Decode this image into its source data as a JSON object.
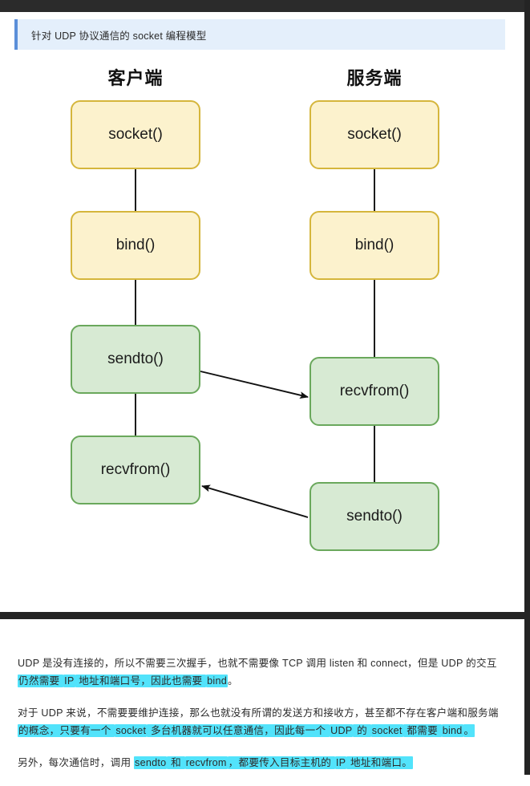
{
  "chrome": {
    "top_bar": "top-bar",
    "right_bar": "right-bar",
    "divider": "section-divider"
  },
  "callout": {
    "text": "针对 UDP 协议通信的 socket 编程模型",
    "accent_color": "#5b8fd9",
    "background_color": "#e4effb"
  },
  "diagram": {
    "type": "flowchart",
    "columns": [
      {
        "id": "client",
        "title": "客户端"
      },
      {
        "id": "server",
        "title": "服务端"
      }
    ],
    "colors": {
      "yellow_fill": "#fcf2cd",
      "yellow_border": "#d5b63c",
      "green_fill": "#d7ead3",
      "green_border": "#6aa85c",
      "connector": "#1c1c1c"
    },
    "nodes": [
      {
        "id": "c1",
        "column": "client",
        "label": "socket()",
        "style": "yellow"
      },
      {
        "id": "c2",
        "column": "client",
        "label": "bind()",
        "style": "yellow"
      },
      {
        "id": "c3",
        "column": "client",
        "label": "sendto()",
        "style": "green"
      },
      {
        "id": "c4",
        "column": "client",
        "label": "recvfrom()",
        "style": "green"
      },
      {
        "id": "s1",
        "column": "server",
        "label": "socket()",
        "style": "yellow"
      },
      {
        "id": "s2",
        "column": "server",
        "label": "bind()",
        "style": "yellow"
      },
      {
        "id": "s3",
        "column": "server",
        "label": "recvfrom()",
        "style": "green"
      },
      {
        "id": "s4",
        "column": "server",
        "label": "sendto()",
        "style": "green"
      }
    ],
    "edges": [
      {
        "from": "c1",
        "to": "c2",
        "kind": "line"
      },
      {
        "from": "c2",
        "to": "c3",
        "kind": "line"
      },
      {
        "from": "c3",
        "to": "c4",
        "kind": "line"
      },
      {
        "from": "s1",
        "to": "s2",
        "kind": "line"
      },
      {
        "from": "s2",
        "to": "s3",
        "kind": "line"
      },
      {
        "from": "s3",
        "to": "s4",
        "kind": "line"
      },
      {
        "from": "c3",
        "to": "s3",
        "kind": "arrow"
      },
      {
        "from": "s4",
        "to": "c4",
        "kind": "arrow"
      }
    ]
  },
  "prose": {
    "highlight_color": "#52e3fb",
    "paragraphs": [
      {
        "id": "p1",
        "runs": [
          {
            "text": "UDP 是没有连接的，所以不需要三次握手，也就不需要像 TCP 调用 listen 和 connect，但是 UDP 的交互",
            "highlight": false
          },
          {
            "text": "仍然需要 ",
            "highlight": true
          },
          {
            "text": "IP",
            "highlight": true
          },
          {
            "text": " 地址和端口号，因此也需要 ",
            "highlight": true
          },
          {
            "text": "bind",
            "highlight": true
          },
          {
            "text": "。",
            "highlight": false
          }
        ]
      },
      {
        "id": "p2",
        "runs": [
          {
            "text": "对于 UDP 来说，不需要要维护连接，那么也就没有所谓的发送方和接收方，甚至都不存在客户端和服务端",
            "highlight": false
          },
          {
            "text": "的概念，只要有一个 ",
            "highlight": true
          },
          {
            "text": "socket",
            "highlight": true
          },
          {
            "text": " 多台机器就可以任意通信，因此每一个 ",
            "highlight": true
          },
          {
            "text": "UDP",
            "highlight": true
          },
          {
            "text": " 的 ",
            "highlight": true
          },
          {
            "text": "socket",
            "highlight": true
          },
          {
            "text": " 都需要 ",
            "highlight": true
          },
          {
            "text": "bind",
            "highlight": true
          },
          {
            "text": "。",
            "highlight": true
          }
        ]
      },
      {
        "id": "p3",
        "runs": [
          {
            "text": "另外，每次通信时，调用 ",
            "highlight": false
          },
          {
            "text": "sendto",
            "highlight": true
          },
          {
            "text": " 和 ",
            "highlight": true
          },
          {
            "text": "recvfrom",
            "highlight": true
          },
          {
            "text": "，都要传入目标主机的 ",
            "highlight": true
          },
          {
            "text": "IP",
            "highlight": true
          },
          {
            "text": " 地址和端口。",
            "highlight": true
          }
        ]
      }
    ]
  }
}
